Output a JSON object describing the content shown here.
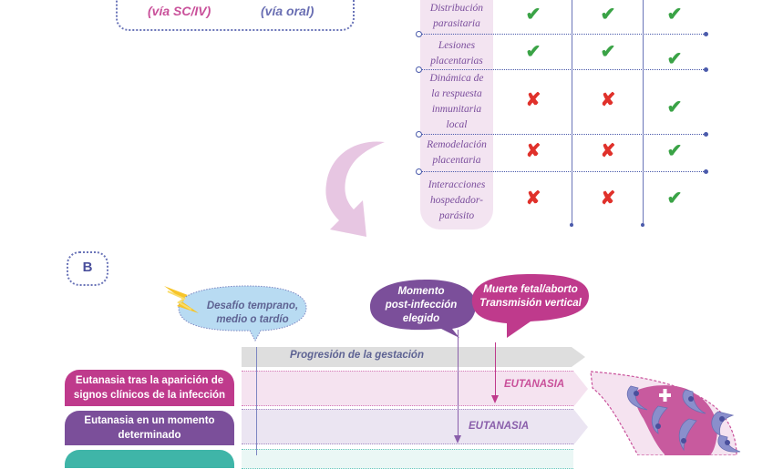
{
  "routes": {
    "sc_iv": "(vía SC/IV)",
    "oral": "(vía oral)"
  },
  "table": {
    "rows": [
      {
        "label_lines": [
          "Distribución",
          "parasitaria"
        ],
        "marks": [
          "check",
          "check",
          "check"
        ]
      },
      {
        "label_lines": [
          "Lesiones",
          "placentarias"
        ],
        "marks": [
          "check",
          "check",
          "check"
        ]
      },
      {
        "label_lines": [
          "Dinámica de",
          "la respuesta",
          "inmunitaria",
          "local"
        ],
        "marks": [
          "cross",
          "cross",
          "check"
        ]
      },
      {
        "label_lines": [
          "Remodelación",
          "placentaria"
        ],
        "marks": [
          "cross",
          "cross",
          "check"
        ]
      },
      {
        "label_lines": [
          "Interacciones",
          "hospedador-",
          "parásito"
        ],
        "marks": [
          "cross",
          "cross",
          "check"
        ]
      }
    ],
    "icons": {
      "check": "✔",
      "cross": "✘"
    }
  },
  "panel_b": {
    "label": "B",
    "bubble_challenge": [
      "Desafío temprano,",
      "medio o tardío"
    ],
    "bubble_moment": [
      "Momento",
      "post-infección",
      "elegido"
    ],
    "bubble_outcome": [
      "Muerte fetal/aborto",
      "Transmisión vertical"
    ],
    "gestation_label": "Progresión de la gestación",
    "euthanasia_label_1": "EUTANASIA",
    "euthanasia_label_2": "EUTANASIA",
    "groups": [
      {
        "label_lines": [
          "Eutanasia tras la aparición de",
          "signos clínicos de la infección"
        ]
      },
      {
        "label_lines": [
          "Eutanasia en un momento",
          "determinado"
        ]
      },
      {
        "label_lines": [
          ""
        ]
      }
    ]
  },
  "colors": {
    "magenta": "#bf3a8c",
    "purple": "#7b4f9a",
    "teal": "#3fb5a8",
    "check": "#3aa346",
    "cross": "#e0312b",
    "line_blue": "#4a5aab"
  }
}
